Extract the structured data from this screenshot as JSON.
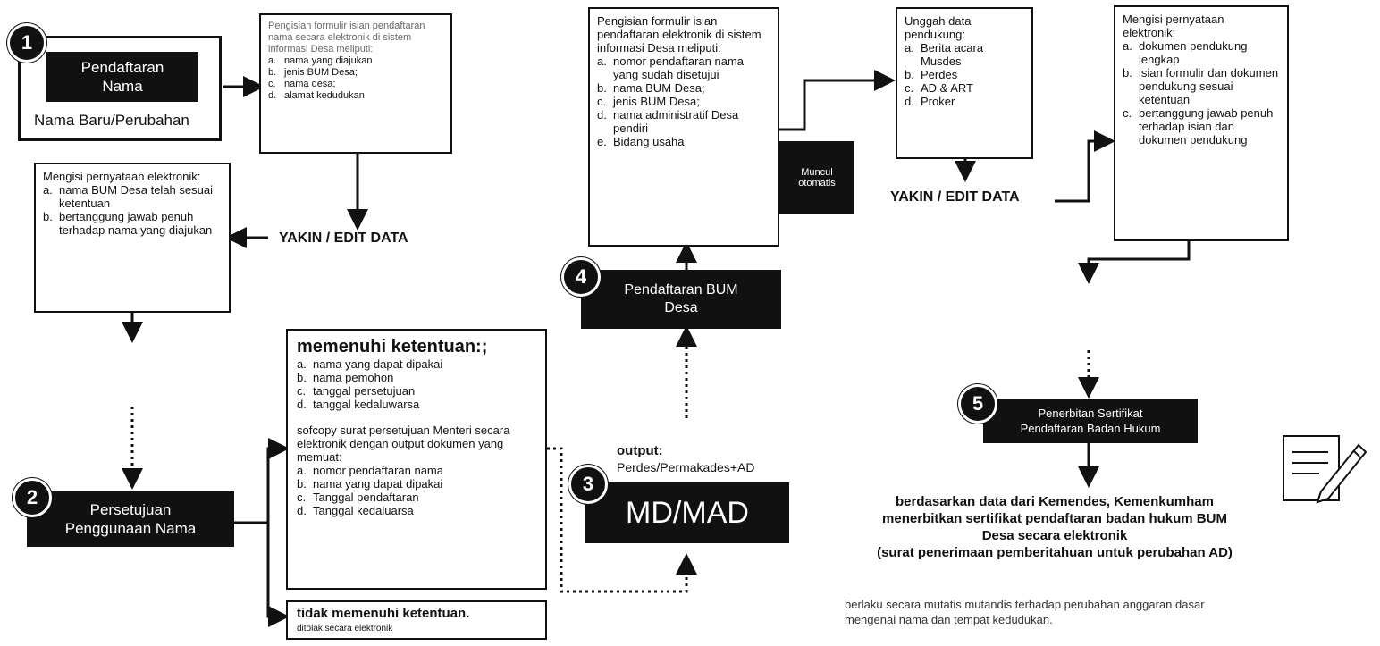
{
  "step1": {
    "number": "1",
    "title_line1": "Pendaftaran",
    "title_line2": "Nama",
    "caption": "Nama Baru/Perubahan"
  },
  "box_form1": {
    "intro": "Pengisian formulir isian pendaftaran nama secara elektronik di sistem informasi Desa meliputi:",
    "items": [
      {
        "k": "a.",
        "v": "nama yang diajukan"
      },
      {
        "k": "b.",
        "v": "jenis BUM Desa;"
      },
      {
        "k": "c.",
        "v": "nama desa;"
      },
      {
        "k": "d.",
        "v": "alamat kedudukan"
      }
    ]
  },
  "yakin1": "YAKIN / EDIT DATA",
  "box_statement1": {
    "intro": "Mengisi pernyataan elektronik:",
    "items": [
      {
        "k": "a.",
        "v": "nama BUM Desa telah sesuai ketentuan"
      },
      {
        "k": "b.",
        "v": "bertanggung jawab penuh terhadap nama yang diajukan"
      }
    ]
  },
  "step2": {
    "number": "2",
    "title_line1": "Persetujuan",
    "title_line2": "Penggunaan Nama"
  },
  "box_memenuhi": {
    "heading": "memenuhi ketentuan:;",
    "items": [
      {
        "k": "a.",
        "v": "nama yang dapat dipakai"
      },
      {
        "k": "b.",
        "v": "nama pemohon"
      },
      {
        "k": "c.",
        "v": "tanggal persetujuan"
      },
      {
        "k": "d.",
        "v": "tanggal kedaluwarsa"
      }
    ],
    "para": "sofcopy surat persetujuan Menteri secara elektronik dengan output dokumen yang memuat:",
    "items2": [
      {
        "k": "a.",
        "v": "nomor pendaftaran nama"
      },
      {
        "k": "b.",
        "v": "nama yang dapat dipakai"
      },
      {
        "k": "c.",
        "v": "Tanggal pendaftaran"
      },
      {
        "k": "d.",
        "v": "Tanggal kedaluarsa"
      }
    ]
  },
  "box_tidak": {
    "heading": "tidak memenuhi ketentuan.",
    "sub": "ditolak secara elektronik"
  },
  "step3": {
    "number": "3",
    "output_label": "output:",
    "output_value": "Perdes/Permakades+AD",
    "title": "MD/MAD"
  },
  "step4": {
    "number": "4",
    "title_line1": "Pendaftaran BUM",
    "title_line2": "Desa"
  },
  "box_form4": {
    "intro": "Pengisian formulir isian pendaftaran elektronik di sistem informasi Desa meliputi:",
    "items": [
      {
        "k": "a.",
        "v": "nomor pendaftaran nama yang sudah disetujui"
      },
      {
        "k": "b.",
        "v": "nama BUM Desa;"
      },
      {
        "k": "c.",
        "v": "jenis BUM Desa;"
      },
      {
        "k": "d.",
        "v": "nama administratif Desa pendiri"
      },
      {
        "k": "e.",
        "v": "Bidang usaha"
      }
    ],
    "side_note": "Muncul otomatis"
  },
  "box_unggah": {
    "intro": "Unggah data pendukung:",
    "items": [
      {
        "k": "a.",
        "v": "Berita acara Musdes"
      },
      {
        "k": "b.",
        "v": "Perdes"
      },
      {
        "k": "c.",
        "v": "AD & ART"
      },
      {
        "k": "d.",
        "v": "Proker"
      }
    ]
  },
  "yakin2": "YAKIN / EDIT DATA",
  "box_statement2": {
    "intro": "Mengisi pernyataan elektronik:",
    "items": [
      {
        "k": "a.",
        "v": "dokumen pendukung lengkap"
      },
      {
        "k": "b.",
        "v": "isian formulir dan dokumen pendukung sesuai ketentuan"
      },
      {
        "k": "c.",
        "v": "bertanggung jawab penuh terhadap isian dan dokumen pendukung"
      }
    ]
  },
  "step5": {
    "number": "5",
    "title_line1": "Penerbitan Sertifikat",
    "title_line2": "Pendaftaran Badan Hukum"
  },
  "result": {
    "line1": "berdasarkan data dari Kemendes, Kemenkumham",
    "line2": "menerbitkan sertifikat pendaftaran badan hukum BUM",
    "line3": "Desa secara elektronik",
    "line4": "(surat penerimaan pemberitahuan untuk perubahan AD)",
    "note": "berlaku secara mutatis mutandis terhadap perubahan anggaran dasar mengenai nama dan tempat kedudukan."
  },
  "colors": {
    "ink": "#111111",
    "paper": "#ffffff"
  },
  "icons": [
    "certificate-icon"
  ]
}
